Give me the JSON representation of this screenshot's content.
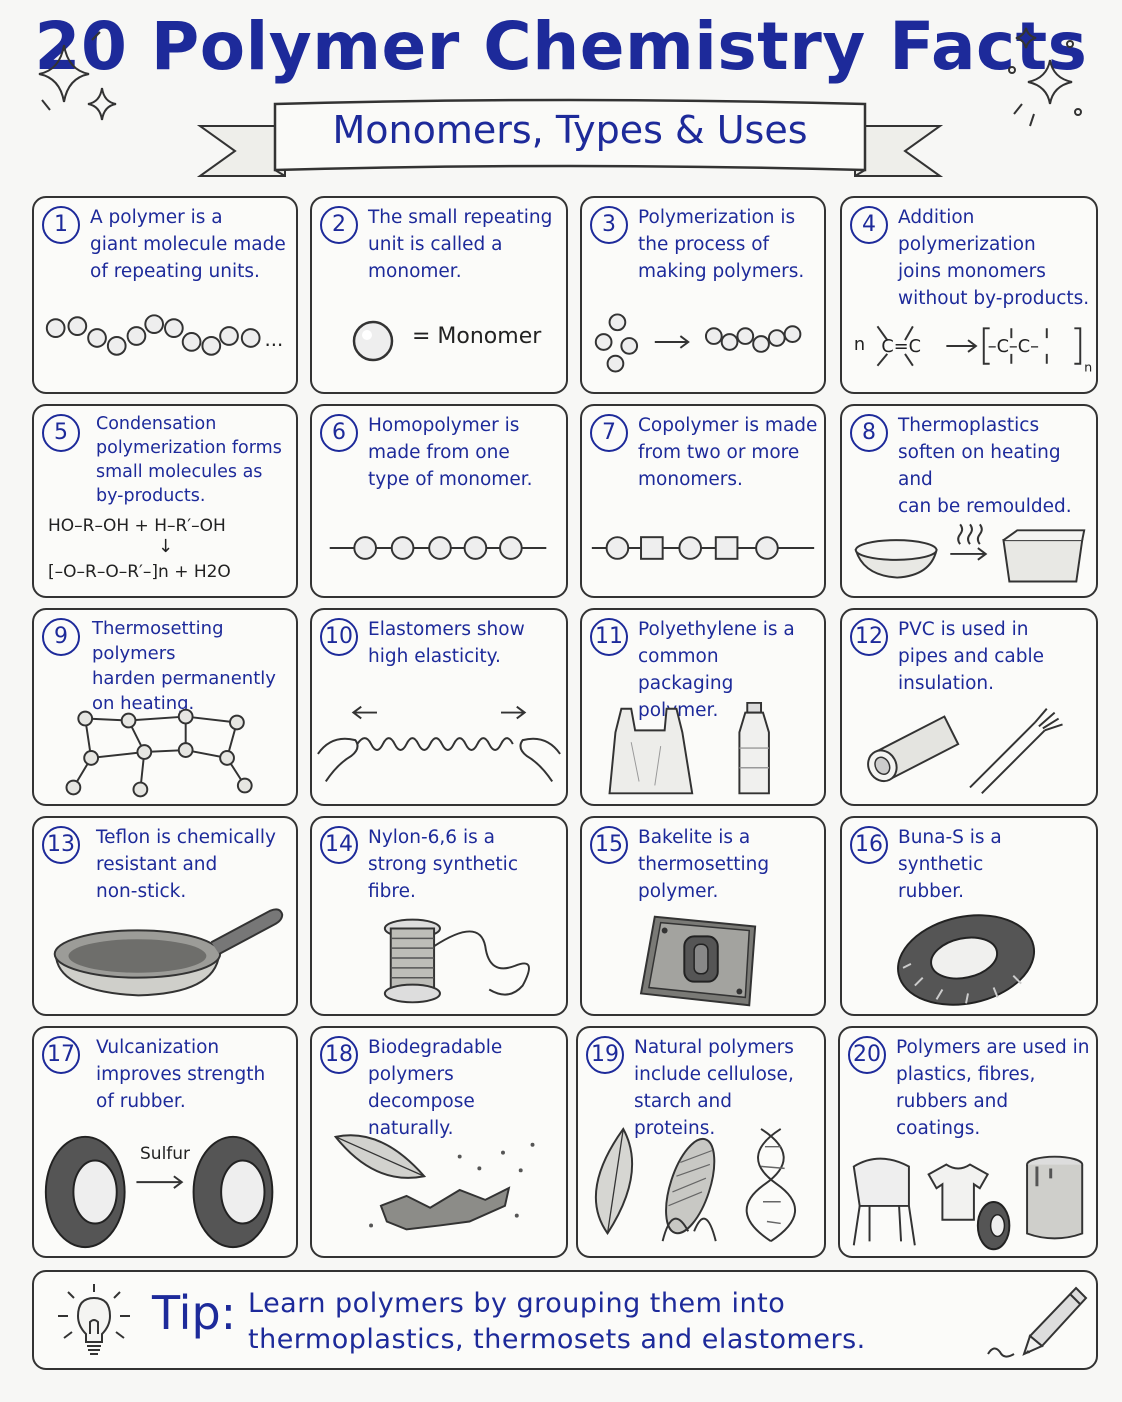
{
  "header": {
    "title": "20 Polymer Chemistry Facts",
    "subtitle": "Monomers, Types & Uses"
  },
  "facts": [
    {
      "number": "1",
      "text": "A polymer is a\ngiant molecule made\nof repeating units."
    },
    {
      "number": "2",
      "text": "The small repeating\nunit is called a\nmonomer.",
      "label": "= Monomer"
    },
    {
      "number": "3",
      "text": "Polymerization is\nthe process of\nmaking polymers."
    },
    {
      "number": "4",
      "text": "Addition polymerization\njoins monomers\nwithout by-products."
    },
    {
      "number": "5",
      "text": "Condensation\npolymerization forms\nsmall molecules as\nby-products.",
      "equation_line1": "HO–R–OH  +  H–R′–OH",
      "equation_line2": "[–O–R–O–R′–]n  +  H2O"
    },
    {
      "number": "6",
      "text": "Homopolymer is\nmade from one\ntype of monomer."
    },
    {
      "number": "7",
      "text": "Copolymer is made\nfrom two or more\nmonomers."
    },
    {
      "number": "8",
      "text": "Thermoplastics\nsoften on heating and\ncan be remoulded."
    },
    {
      "number": "9",
      "text": "Thermosetting polymers\nharden permanently\non heating."
    },
    {
      "number": "10",
      "text": "Elastomers show\nhigh elasticity."
    },
    {
      "number": "11",
      "text": "Polyethylene is a\ncommon packaging\npolymer."
    },
    {
      "number": "12",
      "text": "PVC is used in\npipes and cable\ninsulation."
    },
    {
      "number": "13",
      "text": "Teflon is chemically\nresistant and\nnon-stick."
    },
    {
      "number": "14",
      "text": "Nylon-6,6 is a\nstrong synthetic\nfibre."
    },
    {
      "number": "15",
      "text": "Bakelite is a\nthermosetting\npolymer."
    },
    {
      "number": "16",
      "text": "Buna-S is a\nsynthetic\nrubber."
    },
    {
      "number": "17",
      "text": "Vulcanization\nimproves strength\nof rubber.",
      "label": "Sulfur"
    },
    {
      "number": "18",
      "text": "Biodegradable\npolymers decompose\nnaturally."
    },
    {
      "number": "19",
      "text": "Natural polymers\ninclude cellulose,\nstarch and proteins."
    },
    {
      "number": "20",
      "text": "Polymers are used in\nplastics, fibres,\nrubbers and\ncoatings."
    }
  ],
  "tip": {
    "label": "Tip:",
    "text": "Learn polymers by grouping them into thermoplastics, thermosets and elastomers."
  },
  "colors": {
    "ink_blue": "#1d2a9a",
    "pencil": "#333333",
    "paper": "#f7f7f5"
  }
}
